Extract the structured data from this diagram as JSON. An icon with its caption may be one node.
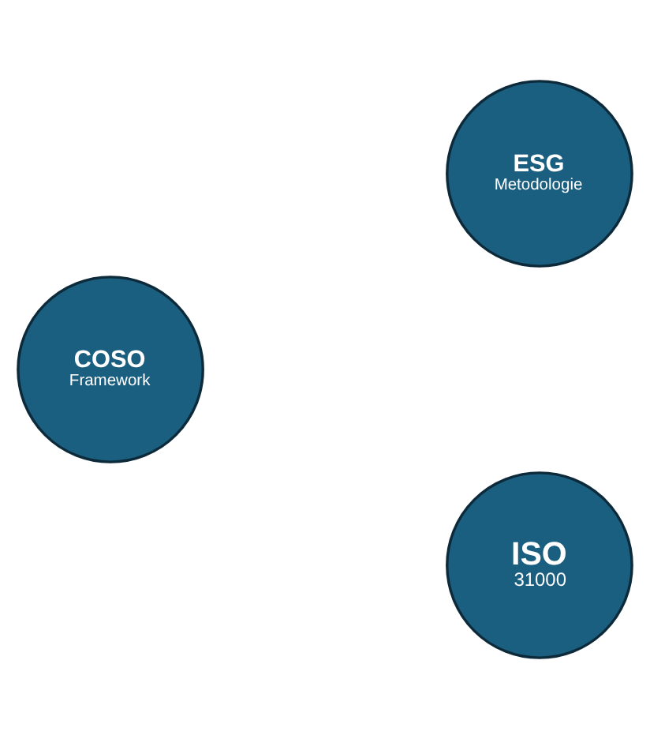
{
  "diagram": {
    "nodes": [
      {
        "text": [
          "ESG",
          "Metodologie"
        ]
      },
      {
        "text": [
          "COSO",
          "Framework"
        ]
      },
      {
        "text": [
          "ISO",
          "31000"
        ]
      }
    ],
    "edges": []
  }
}
